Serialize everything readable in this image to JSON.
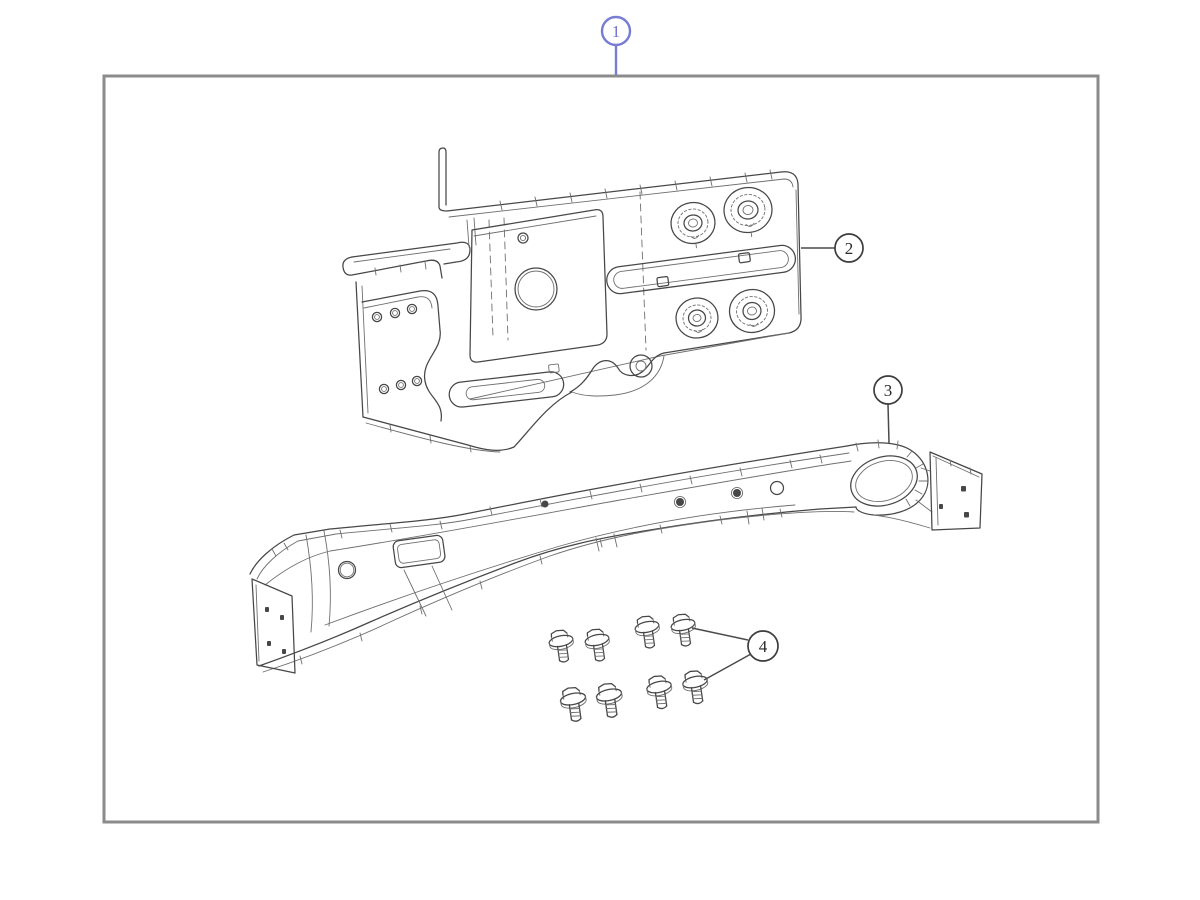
{
  "figure": {
    "type": "parts-diagram",
    "background_color": "#ffffff",
    "frame_color": "#8b8b8b",
    "line_color": "#474747",
    "fastener_count": 8,
    "callouts": [
      {
        "label": "1",
        "ring_color": "#787dd2",
        "text_color": "#6d73cc"
      },
      {
        "label": "2",
        "ring_color": "#3d3d3d",
        "text_color": "#2a2a2a"
      },
      {
        "label": "3",
        "ring_color": "#3d3d3d",
        "text_color": "#2a2a2a"
      },
      {
        "label": "4",
        "ring_color": "#3d3d3d",
        "text_color": "#2a2a2a"
      }
    ]
  }
}
